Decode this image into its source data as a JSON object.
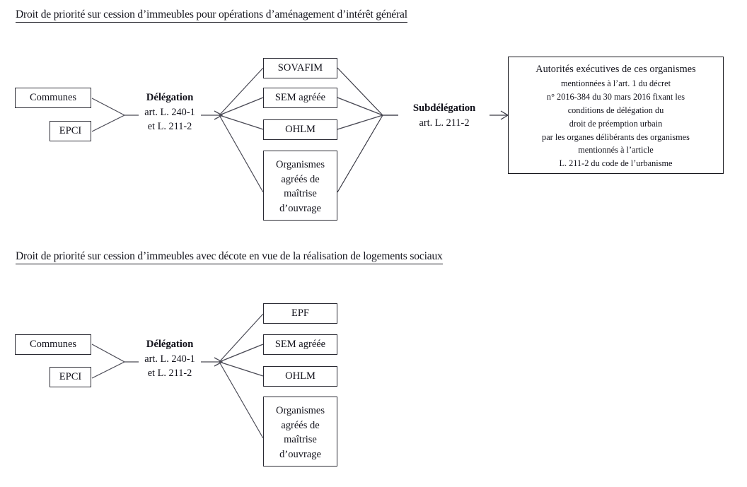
{
  "document": {
    "language": "fr",
    "sections": [
      {
        "id": "amenagement",
        "title": "Droit de priorité sur cession d’immeubles pour opérations d’aménagement d’intérêt général",
        "source_boxes": [
          {
            "label": "Communes"
          },
          {
            "label": "EPCI"
          }
        ],
        "delegation": {
          "strong": "Délégation",
          "line1": "art. L. 240-1",
          "line2": "et L. 211-2"
        },
        "targets": [
          {
            "label": "SOVAFIM",
            "lines": [
              "SOVAFIM"
            ]
          },
          {
            "label": "SEM agréée",
            "lines": [
              "SEM agréée"
            ]
          },
          {
            "label": "OHLM",
            "lines": [
              "OHLM"
            ]
          },
          {
            "label": "Organismes agréés de maîtrise d’ouvrage",
            "lines": [
              "Organismes",
              "agréés de",
              "maîtrise",
              "d’ouvrage"
            ]
          }
        ],
        "subdelegation": {
          "strong": "Subdélégation",
          "line1": "art. L. 211-2"
        },
        "authority_box": {
          "head": "Autorités exécutives  de ces organismes",
          "lines": [
            "mentionnées à l’art. 1 du décret",
            "n° 2016-384 du 30 mars 2016 fixant les",
            "conditions de délégation du",
            "droit de préemption urbain",
            "par les organes délibérants des organismes",
            "mentionnés à l’article",
            "L. 211-2 du code de l’urbanisme"
          ]
        }
      },
      {
        "id": "decote",
        "title": "Droit de priorité sur cession d’immeubles avec décote en vue de la réalisation de logements sociaux",
        "source_boxes": [
          {
            "label": "Communes"
          },
          {
            "label": "EPCI"
          }
        ],
        "delegation": {
          "strong": "Délégation",
          "line1": "art. L. 240-1",
          "line2": "et L. 211-2"
        },
        "targets": [
          {
            "label": "EPF",
            "lines": [
              "EPF"
            ]
          },
          {
            "label": "SEM agréée",
            "lines": [
              "SEM agréée"
            ]
          },
          {
            "label": "OHLM",
            "lines": [
              "OHLM"
            ]
          },
          {
            "label": "Organismes agréés de maîtrise d’ouvrage",
            "lines": [
              "Organismes",
              "agréés de",
              "maîtrise",
              "d’ouvrage"
            ]
          }
        ]
      }
    ],
    "colors": {
      "ink": "#13131c",
      "box_border": "#2a2a33",
      "connector": "#4a4a55",
      "background": "#ffffff"
    }
  }
}
